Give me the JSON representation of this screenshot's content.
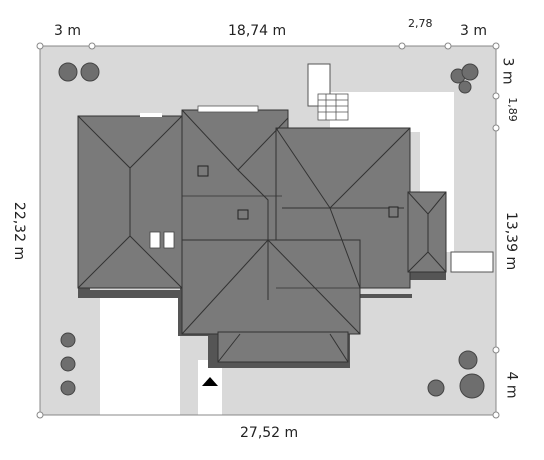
{
  "dimensions": {
    "top_left_margin": "3 m",
    "top_width": "18,74 m",
    "top_small": "2,78",
    "top_right_margin": "3 m",
    "bottom_width": "27,52 m",
    "left_depth": "22,32 m",
    "right_top": "3 m",
    "right_small": "1,89",
    "right_middle": "13,39 m",
    "right_bottom": "4 m"
  },
  "colors": {
    "plot": "#d9d9d9",
    "roof": "#7a7a7a",
    "roof_line": "#333333",
    "shadow": "#555555",
    "tree": "#6e6e6e"
  },
  "icons": {
    "entrance_marker": "triangle-up-icon",
    "trees": "tree-icon"
  }
}
